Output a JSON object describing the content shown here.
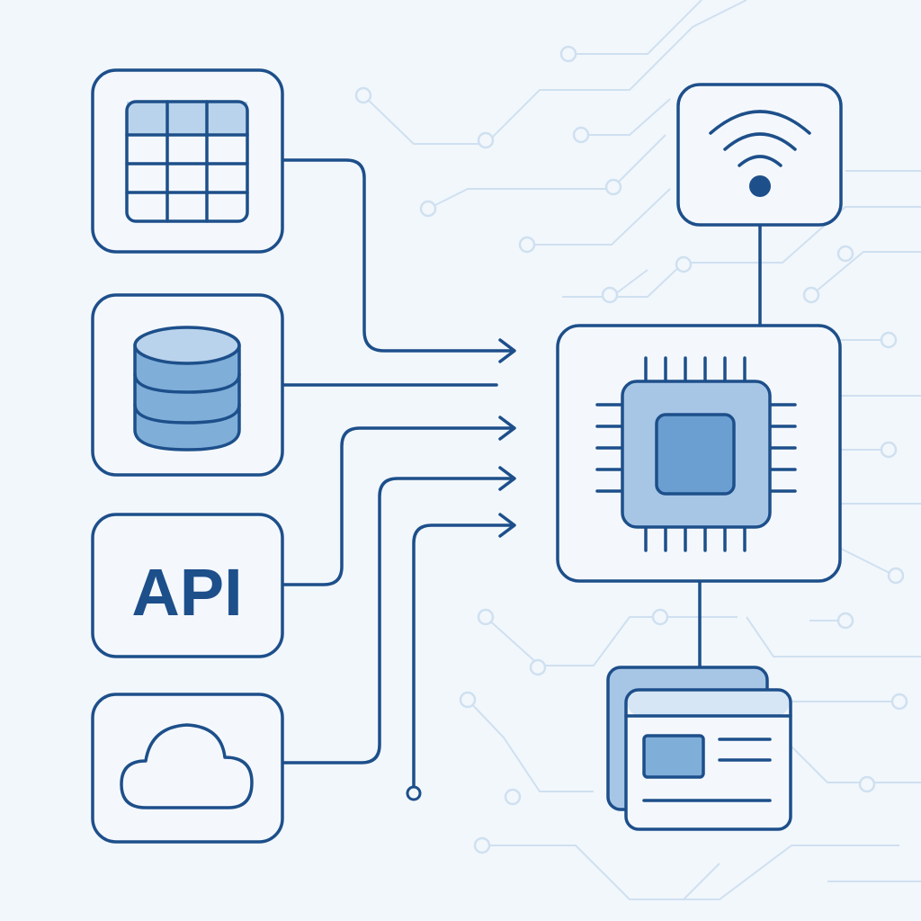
{
  "sources": [
    {
      "id": "table",
      "icon": "table-grid-icon"
    },
    {
      "id": "database",
      "icon": "database-icon"
    },
    {
      "id": "api",
      "icon": "api-text-icon",
      "label": "API"
    },
    {
      "id": "cloud",
      "icon": "cloud-icon"
    }
  ],
  "hub": {
    "icon": "cpu-chip-icon"
  },
  "outputs": [
    {
      "id": "wireless",
      "icon": "wifi-icon"
    },
    {
      "id": "dashboard",
      "icon": "browser-window-icon"
    }
  ],
  "colors": {
    "background": "#f2f7fc",
    "stroke": "#1d4f8a",
    "accent": "#7faed9",
    "accent_light": "#b9d3ec",
    "circuit": "#cfe0f0"
  }
}
